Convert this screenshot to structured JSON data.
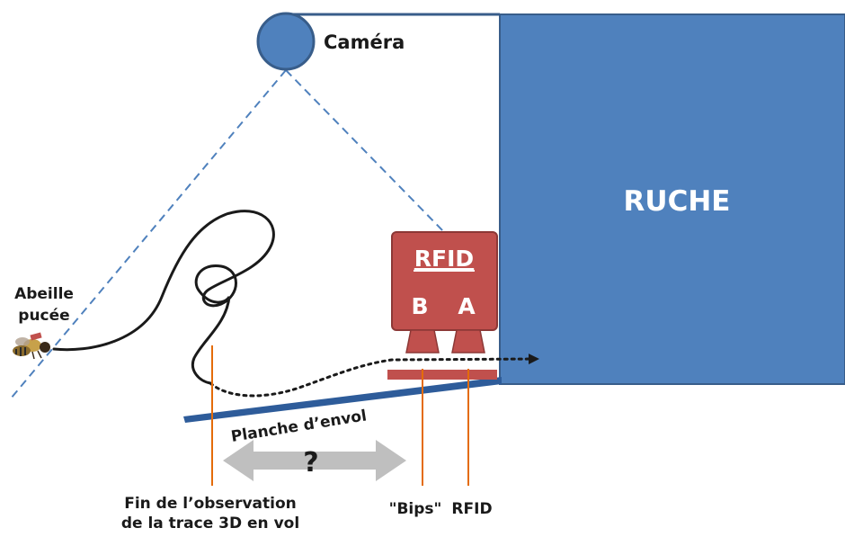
{
  "labels": {
    "camera": "Caméra",
    "hive": "RUCHE",
    "rfid": "RFID",
    "reader_b": "B",
    "reader_a": "A",
    "bee_line1": "Abeille",
    "bee_line2": "pucée",
    "board": "Planche d’envol",
    "question": "?",
    "end_obs_line1": "Fin de l’observation",
    "end_obs_line2": "de la trace 3D en vol",
    "bips": "\"Bips\"",
    "rfid_suffix": "RFID"
  },
  "colors": {
    "hive_blue": "#4f81bd",
    "hive_border": "#385d8a",
    "rfid_red": "#c0504d",
    "rfid_border": "#8c3836",
    "orange_line": "#e46c0a",
    "gray_arrow": "#bfbfbf",
    "dashed_blue": "#4f81bd",
    "board_blue": "#2e5c9a"
  },
  "icons": {
    "bee": "bee-icon",
    "camera": "camera-icon"
  }
}
